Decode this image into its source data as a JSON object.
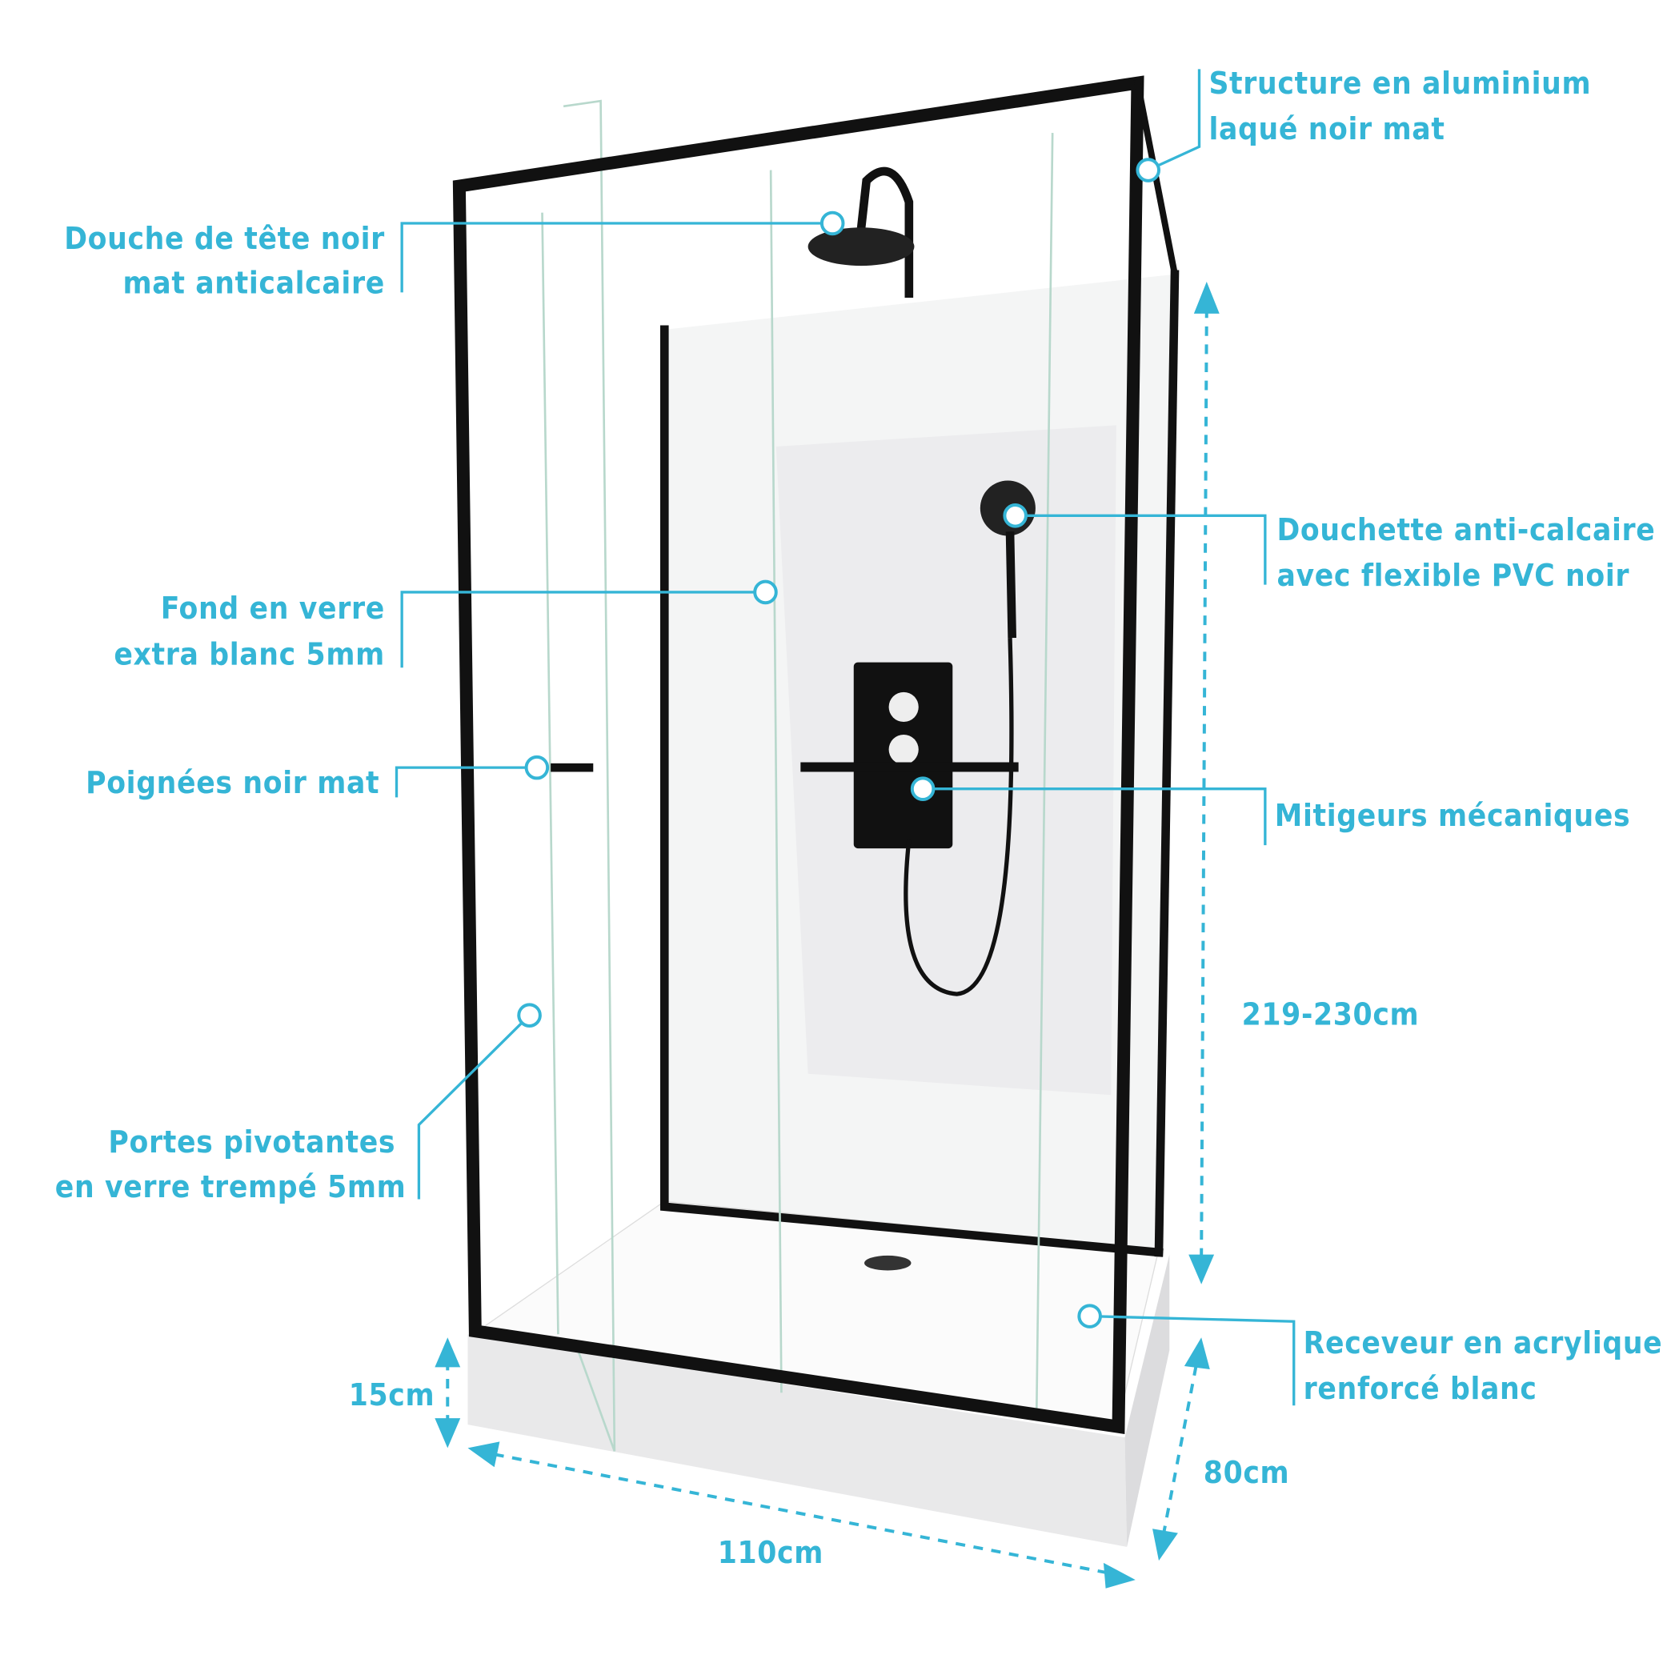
{
  "colors": {
    "accent": "#35b5d6",
    "frame": "#111111",
    "tray": "#f2f2f2"
  },
  "annotations": {
    "structure": [
      "Structure en aluminium",
      "laqué noir mat"
    ],
    "head_shower": [
      "Douche de tête noir",
      "mat anticalcaire"
    ],
    "hand_shower": [
      "Douchette anti-calcaire",
      "avec flexible PVC noir"
    ],
    "glass_back": [
      "Fond en verre",
      "extra blanc 5mm"
    ],
    "handles": [
      "Poignées noir mat"
    ],
    "mixers": [
      "Mitigeurs mécaniques"
    ],
    "doors": [
      "Portes pivotantes",
      "en verre trempé 5mm"
    ],
    "tray": [
      "Receveur en acrylique",
      "renforcé blanc"
    ]
  },
  "dimensions": {
    "height": "219-230cm",
    "tray_height": "15cm",
    "width": "110cm",
    "depth": "80cm"
  }
}
